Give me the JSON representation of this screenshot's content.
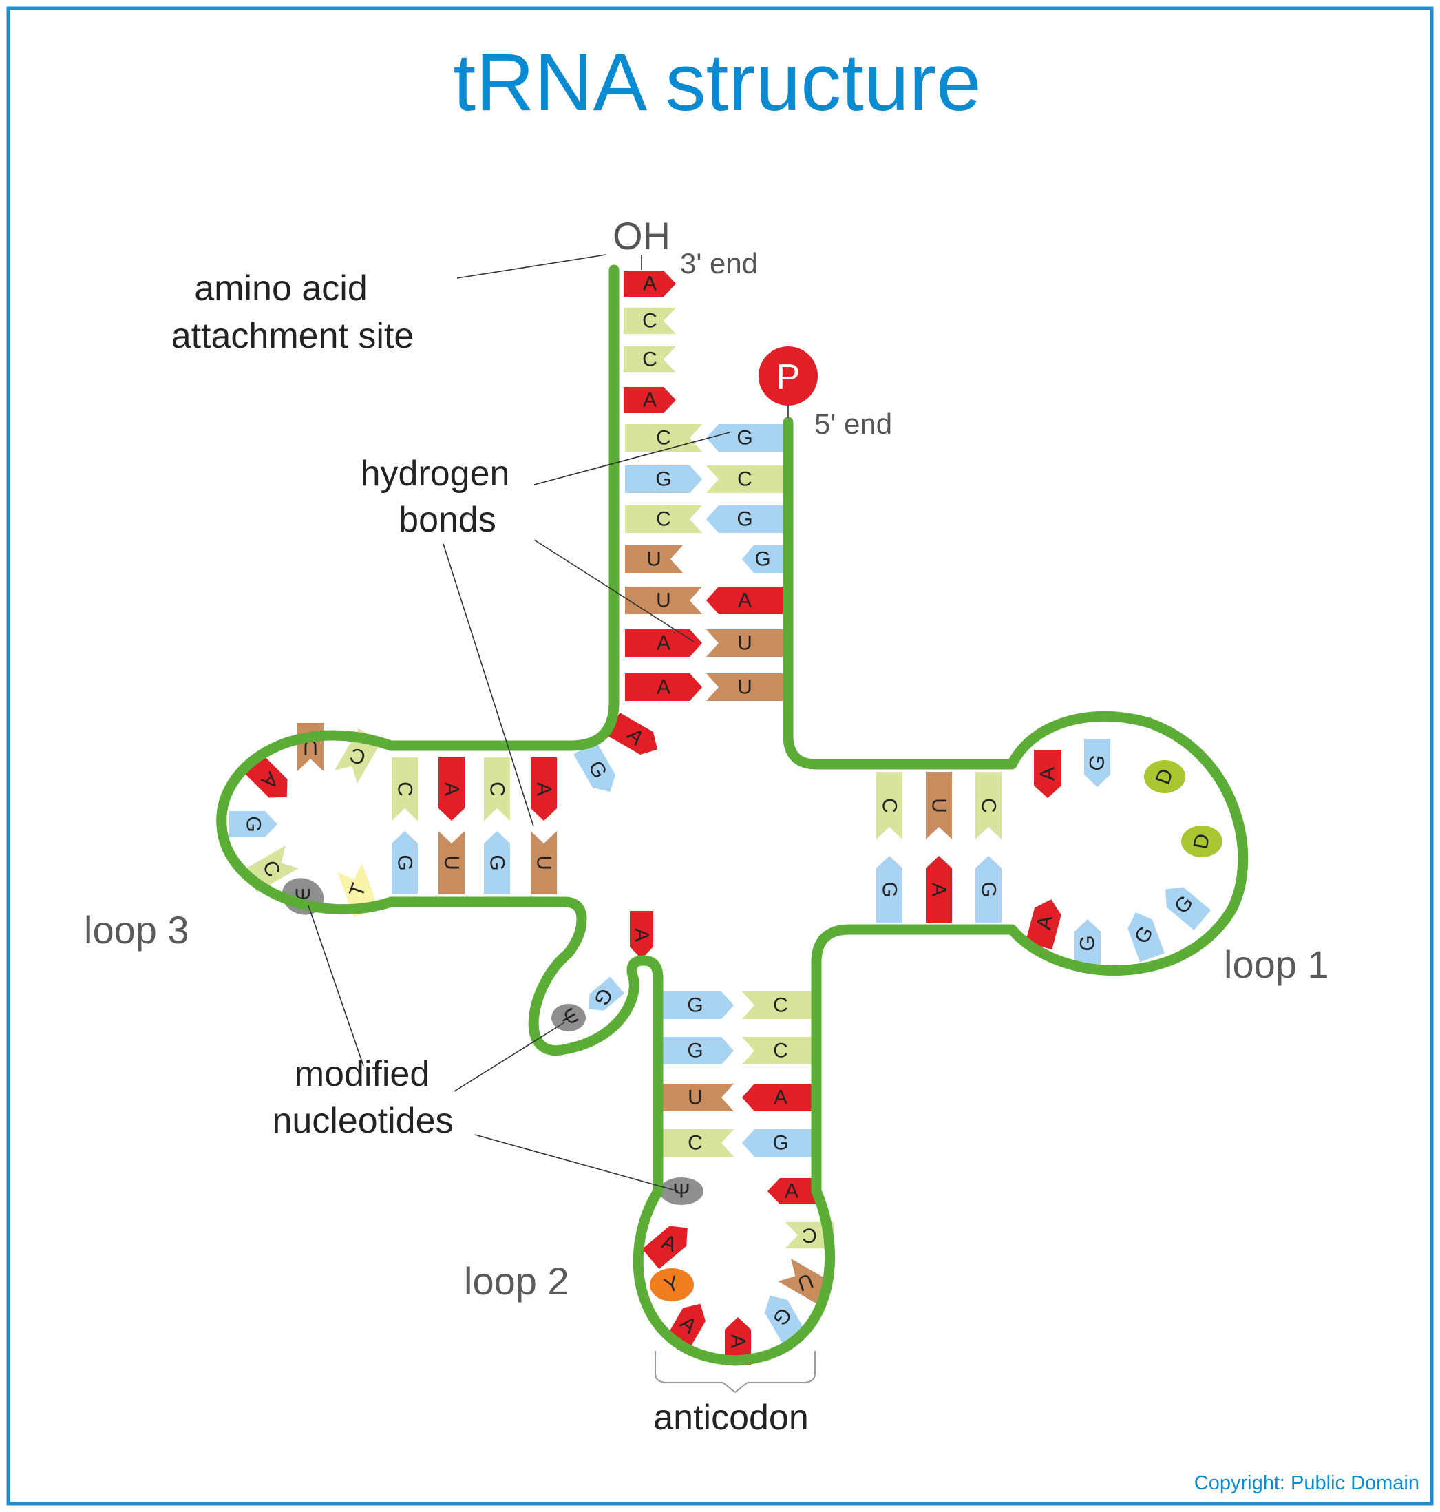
{
  "title": "tRNA structure",
  "labels": {
    "amino_acid_line1": "amino acid",
    "amino_acid_line2": "attachment site",
    "hydrogen_line1": "hydrogen",
    "hydrogen_line2": "bonds",
    "modified_line1": "modified",
    "modified_line2": "nucleotides",
    "loop1": "loop 1",
    "loop2": "loop 2",
    "loop3": "loop 3",
    "anticodon": "anticodon",
    "three_prime": "3' end",
    "five_prime": "5' end",
    "oh": "OH",
    "phosphate": "P"
  },
  "copyright": "Copyright: Public Domain",
  "colors": {
    "A": "#e01f26",
    "C": "#d8e39c",
    "G": "#a9d3f2",
    "U": "#c98c5e",
    "T": "#fbf3a9",
    "D": "#a9c52f",
    "Y": "#f07d1e",
    "psi": "#8f8f8f",
    "backbone": "#5cad35",
    "title": "#0a8ad0",
    "phosphate": "#e01f26"
  },
  "nucleotides": {
    "acceptor_tail": [
      "A",
      "C",
      "C",
      "A"
    ],
    "acceptor_pairs": [
      [
        "C",
        "G"
      ],
      [
        "G",
        "C"
      ],
      [
        "C",
        "G"
      ],
      [
        "U",
        "G"
      ],
      [
        "U",
        "A"
      ],
      [
        "A",
        "U"
      ],
      [
        "A",
        "U"
      ]
    ],
    "junction": [
      "A",
      "G"
    ],
    "loop3_stem_pairs": [
      [
        "C",
        "G"
      ],
      [
        "A",
        "U"
      ],
      [
        "C",
        "G"
      ],
      [
        "A",
        "U"
      ]
    ],
    "loop3": [
      "C",
      "U",
      "A",
      "G",
      "C",
      "Ψ",
      "T"
    ],
    "variable": [
      "A",
      "G",
      "Ψ"
    ],
    "loop2_stem_pairs": [
      [
        "G",
        "C"
      ],
      [
        "G",
        "C"
      ],
      [
        "U",
        "A"
      ],
      [
        "C",
        "G"
      ]
    ],
    "loop2": [
      "Ψ",
      "A",
      "Y",
      "A",
      "A",
      "G",
      "U",
      "C",
      "A"
    ],
    "loop1_stem_pairs": [
      [
        "C",
        "G"
      ],
      [
        "U",
        "A"
      ],
      [
        "C",
        "G"
      ]
    ],
    "loop1": [
      "A",
      "G",
      "D",
      "D",
      "G",
      "G",
      "G",
      "A"
    ]
  }
}
